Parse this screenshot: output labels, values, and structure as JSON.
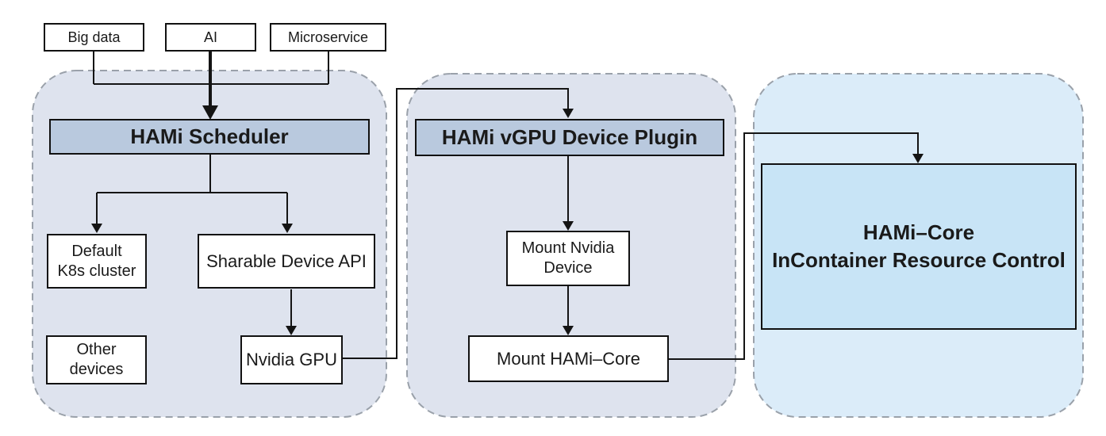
{
  "diagram": {
    "nodes": {
      "big_data": "Big data",
      "ai": "AI",
      "microservice": "Microservice",
      "hami_scheduler": "HAMi Scheduler",
      "default_k8s": "Default\nK8s cluster",
      "sharable_device_api": "Sharable Device API",
      "other_devices": "Other\ndevices",
      "nvidia_gpu": "Nvidia GPU",
      "hami_vgpu_device_plugin": "HAMi vGPU Device Plugin",
      "mount_nvidia_device": "Mount Nvidia\nDevice",
      "mount_hami_core": "Mount HAMi–Core",
      "hami_core": "HAMi–Core\nInContainer Resource Control"
    },
    "edges": [
      {
        "from": "Big data",
        "to": "HAMi Scheduler"
      },
      {
        "from": "AI",
        "to": "HAMi Scheduler"
      },
      {
        "from": "Microservice",
        "to": "HAMi Scheduler"
      },
      {
        "from": "HAMi Scheduler",
        "to": "Default K8s cluster"
      },
      {
        "from": "HAMi Scheduler",
        "to": "Sharable Device API"
      },
      {
        "from": "Sharable Device API",
        "to": "Nvidia GPU"
      },
      {
        "from": "Nvidia GPU",
        "to": "HAMi vGPU Device Plugin"
      },
      {
        "from": "HAMi vGPU Device Plugin",
        "to": "Mount Nvidia Device"
      },
      {
        "from": "Mount Nvidia Device",
        "to": "Mount HAMi–Core"
      },
      {
        "from": "Mount HAMi–Core",
        "to": "HAMi–Core InContainer Resource Control"
      }
    ],
    "colors": {
      "zone_bg": "#dee3ee",
      "zone_core_bg": "#dbecf9",
      "header_box_bg": "#b9c9de",
      "core_box_bg": "#c8e4f6",
      "box_bg": "#ffffff",
      "border": "#111111",
      "dashed_border": "#9aa1aa",
      "line": "#141414"
    }
  }
}
